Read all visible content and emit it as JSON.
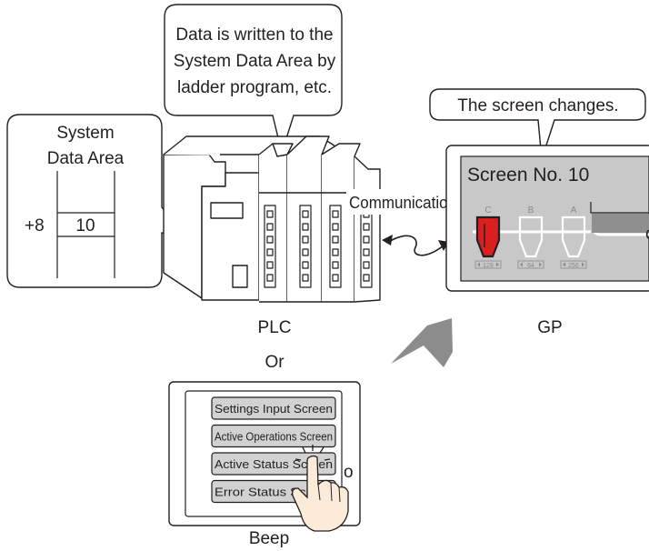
{
  "callouts": {
    "plc_note": [
      "Data is written to the",
      "System Data Area by",
      "ladder program, etc."
    ],
    "gp_note": "The screen changes."
  },
  "system_data_area": {
    "title": [
      "System",
      "Data Area"
    ],
    "offset": "+8",
    "value": "10"
  },
  "plc": {
    "label": "PLC"
  },
  "link": {
    "label": "Communication"
  },
  "gp": {
    "label": "GP",
    "screen_title": "Screen No. 10",
    "tanks": [
      {
        "letter": "C",
        "value": "128",
        "color": "#d9201f"
      },
      {
        "letter": "B",
        "value": "64",
        "color": "#ffffff"
      },
      {
        "letter": "A",
        "value": "256",
        "color": "#ffffff"
      }
    ]
  },
  "or_label": "Or",
  "touch_panel": {
    "buttons": [
      "Settings Input Screen",
      "Active Operations Screen",
      "Active Status Screen",
      "Error Status Screen"
    ],
    "caption": "Beep"
  },
  "colors": {
    "stroke": "#231f20",
    "panel_gray": "#c8c8c8",
    "arrow_gray": "#8c8c8c",
    "tank_red": "#d9201f"
  }
}
